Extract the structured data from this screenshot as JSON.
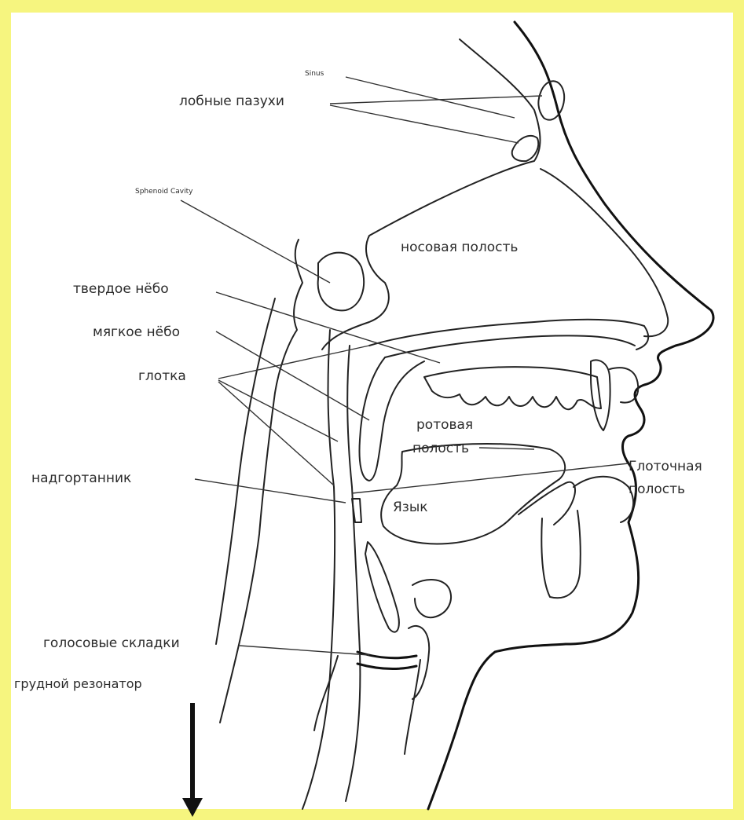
{
  "labels": {
    "sinus": "Sinus",
    "frontal_sinuses": "лобные пазухи",
    "sphenoid_cavity": "Sphenoid Cavity",
    "nasal_cavity": "носовая полость",
    "hard_palate": "твердое нёбо",
    "soft_palate": "мягкое нёбо",
    "pharynx": "глотка",
    "oral_cavity_line1": "ротовая",
    "oral_cavity_line2": "полость",
    "epiglottis": "надгортанник",
    "pharyngeal_cavity_line1": "Глоточная",
    "pharyngeal_cavity_line2": "полость",
    "tongue": "Язык",
    "vocal_folds": "голосовые складки",
    "chest_resonator": "грудной резонатор"
  },
  "colors": {
    "frame": "#f6f57f",
    "background": "#ffffff",
    "ink": "#111111"
  }
}
